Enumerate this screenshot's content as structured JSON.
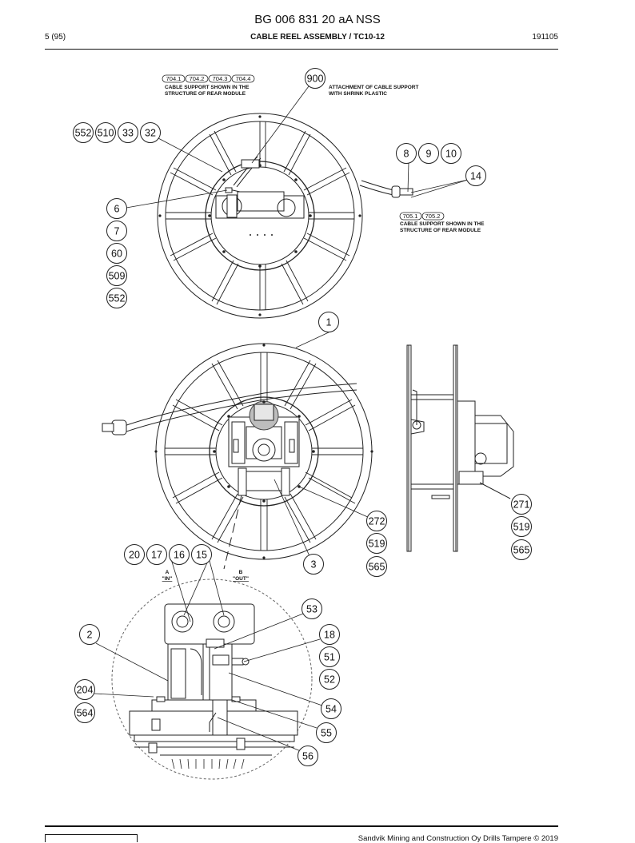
{
  "header": {
    "title": "BG 006 831 20 aA NSS",
    "page": "5 (95)",
    "section": "CABLE REEL ASSEMBLY / TC10-12",
    "code": "191105"
  },
  "footer": {
    "copyright": "Sandvik Mining and Construction Oy Drills Tampere © 2019"
  },
  "notes": {
    "rear_module_top_line1": "CABLE SUPPORT SHOWN IN THE",
    "rear_module_top_line2": "STRUCTURE OF REAR MODULE",
    "shrink_line1": "ATTACHMENT OF CABLE SUPPORT",
    "shrink_line2": "WITH SHRINK PLASTIC",
    "rear_module_right_line1": "CABLE SUPPORT SHOWN IN THE",
    "rear_module_right_line2": "STRUCTURE OF REAR MODULE"
  },
  "refs_top": [
    "704.1",
    "704.2",
    "704.3",
    "704.4"
  ],
  "refs_right": [
    "705.1",
    "705.2"
  ],
  "ports": {
    "a_letter": "A",
    "a_label": "\"IN\"",
    "b_letter": "B",
    "b_label": "\"OUT\""
  },
  "callouts": {
    "c552a": "552",
    "c510": "510",
    "c33": "33",
    "c32": "32",
    "c900": "900",
    "c8": "8",
    "c9": "9",
    "c10": "10",
    "c14": "14",
    "c6": "6",
    "c7": "7",
    "c60": "60",
    "c509": "509",
    "c552b": "552",
    "c1": "1",
    "c271": "271",
    "c519a": "519",
    "c565a": "565",
    "c272": "272",
    "c519b": "519",
    "c565b": "565",
    "c3": "3",
    "c20": "20",
    "c17": "17",
    "c16": "16",
    "c15": "15",
    "c53": "53",
    "c2": "2",
    "c18": "18",
    "c51": "51",
    "c52": "52",
    "c204": "204",
    "c564": "564",
    "c54": "54",
    "c55": "55",
    "c56": "56"
  }
}
